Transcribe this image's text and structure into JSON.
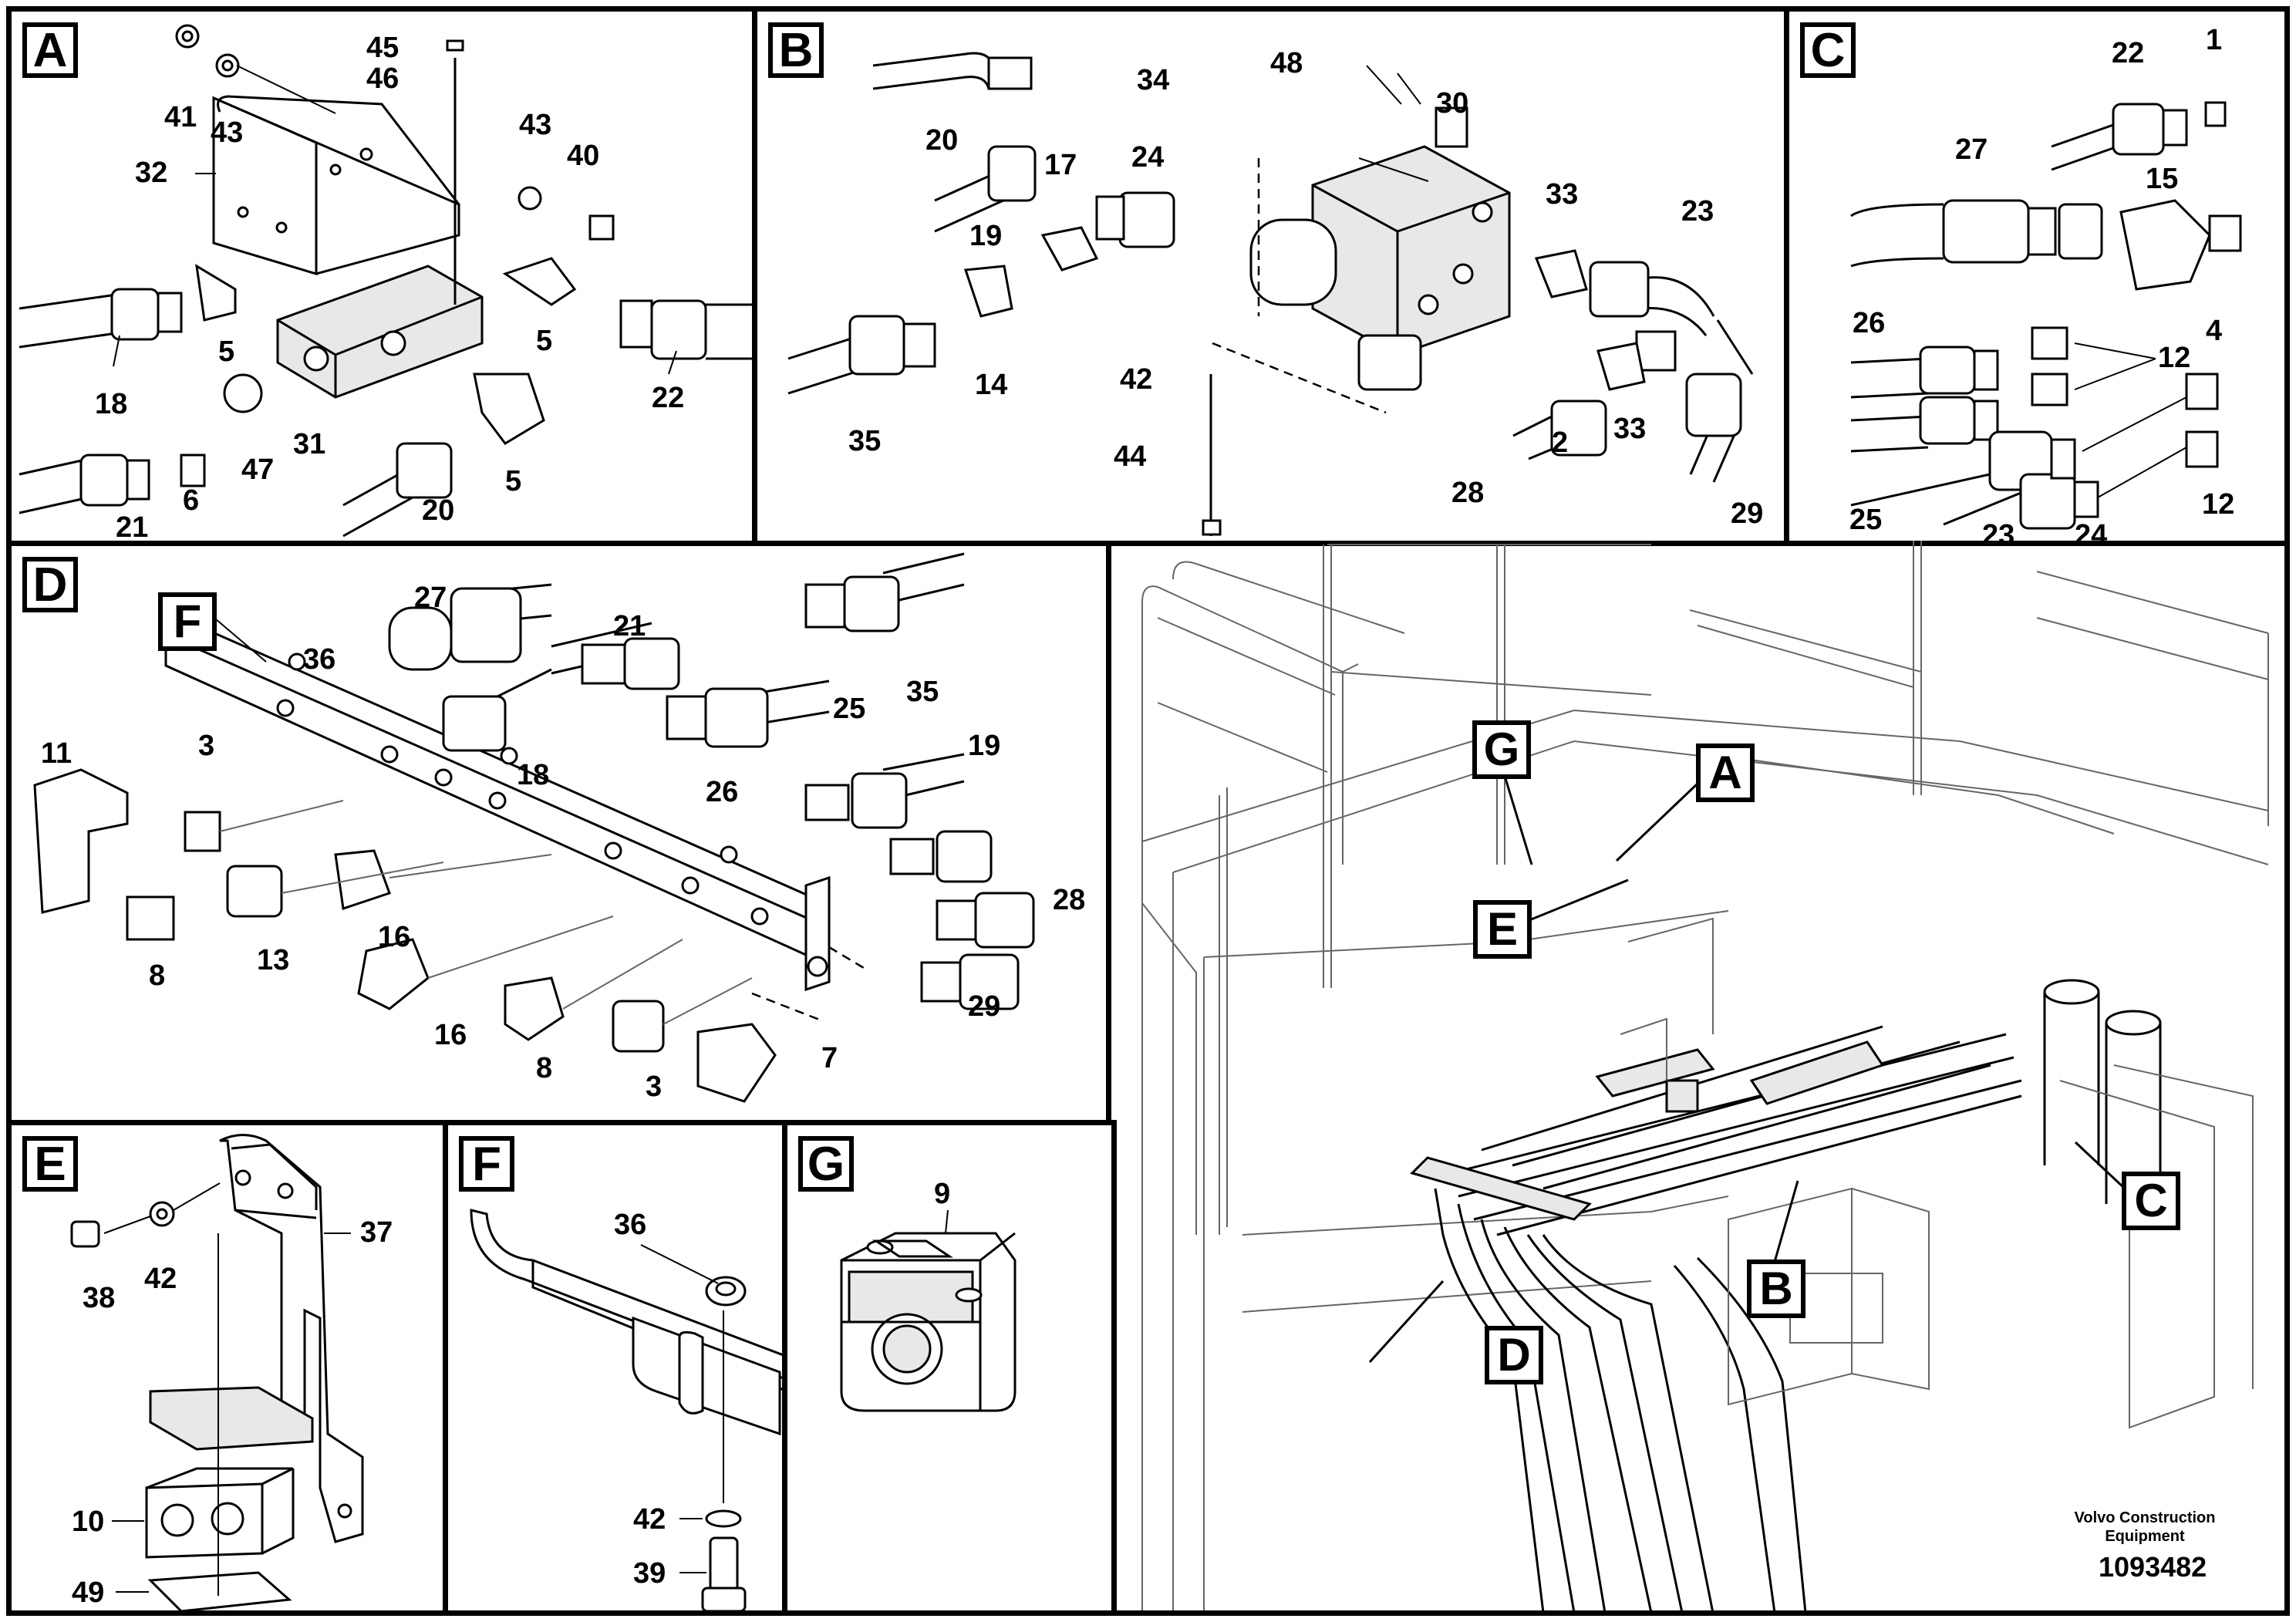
{
  "panels": {
    "A": {
      "label": "A",
      "numbers": [
        "45",
        "46",
        "41",
        "43",
        "43",
        "40",
        "32",
        "5",
        "5",
        "5",
        "18",
        "22",
        "31",
        "47",
        "6",
        "21",
        "20"
      ]
    },
    "B": {
      "label": "B",
      "numbers": [
        "34",
        "48",
        "30",
        "20",
        "17",
        "24",
        "19",
        "33",
        "23",
        "14",
        "35",
        "42",
        "44",
        "28",
        "2",
        "33",
        "29"
      ]
    },
    "C": {
      "label": "C",
      "numbers": [
        "22",
        "1",
        "27",
        "15",
        "26",
        "12",
        "4",
        "25",
        "23",
        "24",
        "12"
      ]
    },
    "D": {
      "label": "D",
      "numbers": [
        "27",
        "36",
        "21",
        "11",
        "3",
        "18",
        "25",
        "35",
        "26",
        "19",
        "13",
        "8",
        "16",
        "16",
        "28",
        "29",
        "8",
        "3",
        "7"
      ]
    },
    "E": {
      "label": "E",
      "numbers": [
        "37",
        "38",
        "42",
        "10",
        "49"
      ]
    },
    "F": {
      "label": "F",
      "numbers": [
        "36",
        "42",
        "39"
      ]
    },
    "G": {
      "label": "G",
      "numbers": [
        "9"
      ]
    }
  },
  "panel_f_marker": "F",
  "overview_callouts": [
    "G",
    "A",
    "E",
    "C",
    "B",
    "D"
  ],
  "brand": {
    "line1": "Volvo Construction",
    "line2": "Equipment"
  },
  "doc_number": "1093482"
}
